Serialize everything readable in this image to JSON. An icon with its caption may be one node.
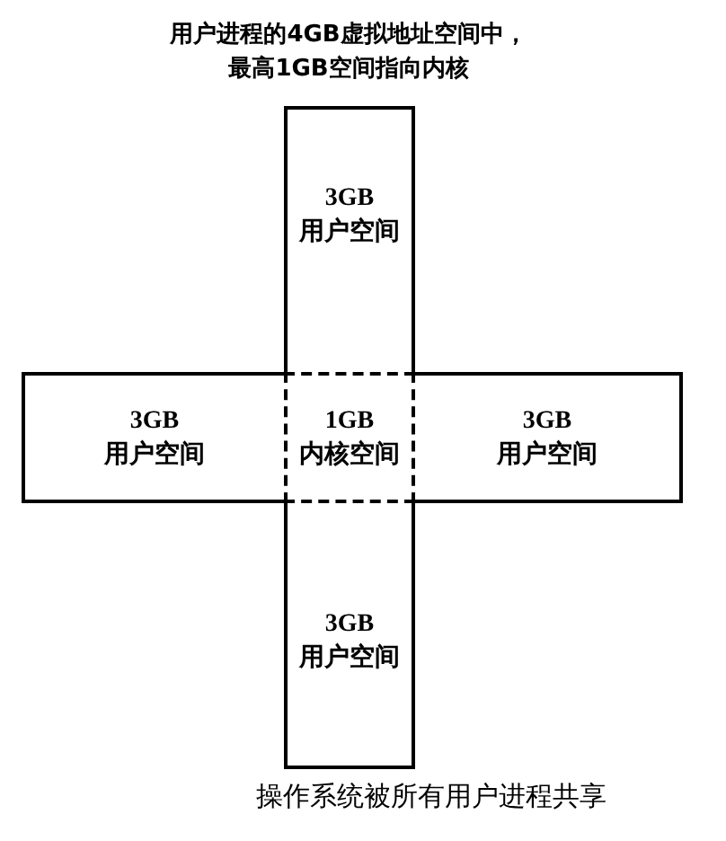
{
  "diagram": {
    "title": "用户进程的4GB虚拟地址空间中，最高1GB空间指向内核",
    "caption": "操作系统被所有用户进程共享",
    "nodes": [
      {
        "text": [
          "3GB",
          "用户空间"
        ]
      },
      {
        "text": [
          "3GB",
          "用户空间"
        ]
      },
      {
        "text": [
          "1GB",
          "内核空间"
        ]
      },
      {
        "text": [
          "3GB",
          "用户空间"
        ]
      },
      {
        "text": [
          "3GB",
          "用户空间"
        ]
      }
    ]
  }
}
